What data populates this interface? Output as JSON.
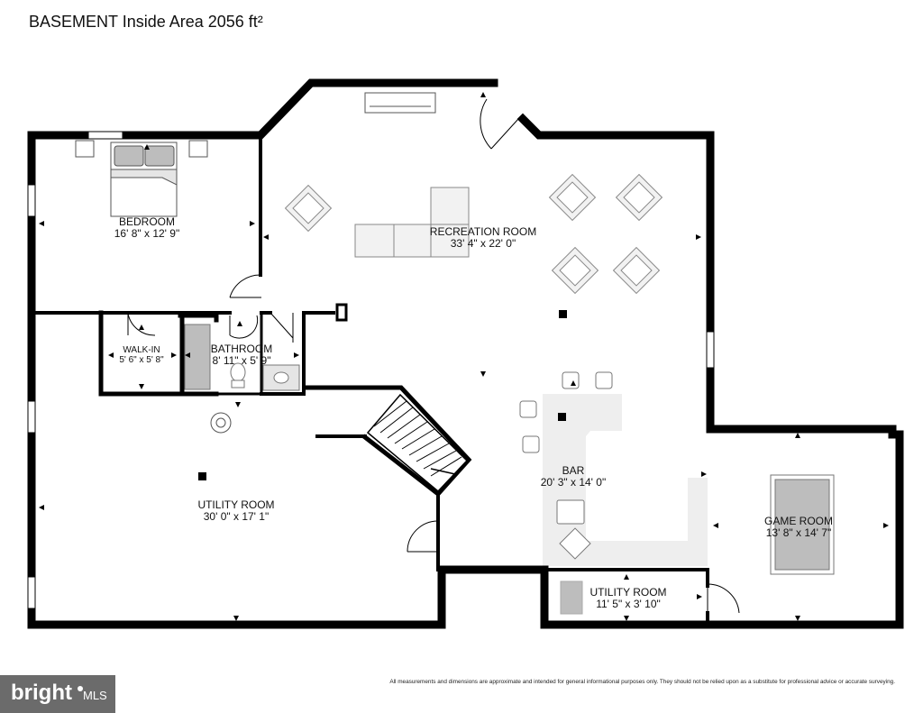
{
  "header": {
    "title": "BASEMENT Inside Area 2056 ft²"
  },
  "rooms": [
    {
      "key": "bedroom",
      "name": "BEDROOM",
      "dims": "16' 8\" x 12' 9\""
    },
    {
      "key": "recreation",
      "name": "RECREATION ROOM",
      "dims": "33' 4\" x 22' 0\""
    },
    {
      "key": "walkin",
      "name": "WALK-IN",
      "dims": "5' 6\" x 5' 8\""
    },
    {
      "key": "bathroom",
      "name": "BATHROOM",
      "dims": "8' 11\" x 5' 9\""
    },
    {
      "key": "utility",
      "name": "UTILITY ROOM",
      "dims": "30' 0\" x 17' 1\""
    },
    {
      "key": "bar",
      "name": "BAR",
      "dims": "20' 3\" x 14' 0\""
    },
    {
      "key": "game",
      "name": "GAME ROOM",
      "dims": "13' 8\" x 14' 7\""
    },
    {
      "key": "utility_small",
      "name": "UTILITY ROOM",
      "dims": "11' 5\" x 3' 10\""
    }
  ],
  "footer": {
    "disclaimer": "All measurements and dimensions are approximate and intended for general informational purposes only. They should not be relied upon as a substitute for professional advice or accurate surveying.",
    "brand_word": "bright",
    "brand_suffix": "MLS"
  },
  "colors": {
    "wall": "#000000",
    "fixture": "#e9e9e9",
    "fixture_stroke": "#8a8a8a",
    "bar_counter": "#eeeeee",
    "brand_bg": "#6b6b6b"
  }
}
